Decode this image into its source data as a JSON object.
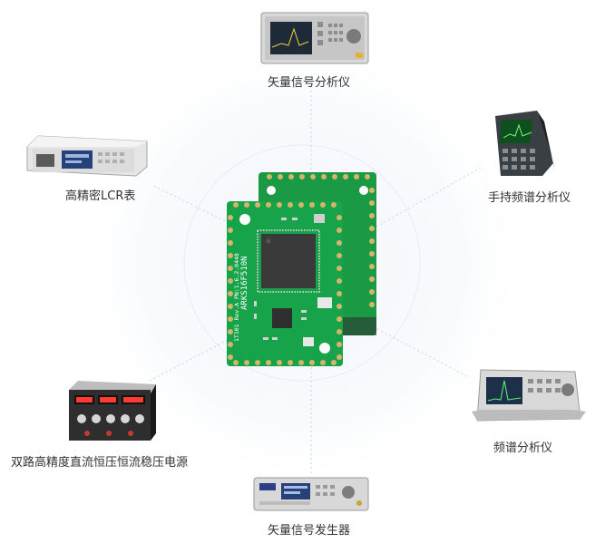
{
  "colors": {
    "connector": "#c9d3ea",
    "halo": "#e6ecf7",
    "pcb_green": "#17a34a",
    "pcb_pad": "#d8b46a",
    "label_text": "#333333"
  },
  "center_module": {
    "silkscreen_text": "ARKS16F510N",
    "silkscreen_sub": "1T101 Rev.A PN:1.6.2.0448"
  },
  "instruments": [
    {
      "id": "vector-signal-analyzer",
      "label": "矢量信号分析仪",
      "icon": "benchtop-analyzer-icon"
    },
    {
      "id": "lcr-meter",
      "label": "高精密LCR表",
      "icon": "lcr-meter-icon"
    },
    {
      "id": "handheld-spectrum-analyzer",
      "label": "手持频谱分析仪",
      "icon": "handheld-analyzer-icon"
    },
    {
      "id": "power-supply",
      "label": "双路高精度直流恒压恒流稳压电源",
      "icon": "power-supply-icon"
    },
    {
      "id": "spectrum-analyzer",
      "label": "频谱分析仪",
      "icon": "spectrum-analyzer-icon"
    },
    {
      "id": "vector-signal-generator",
      "label": "矢量信号发生器",
      "icon": "signal-generator-icon"
    }
  ]
}
